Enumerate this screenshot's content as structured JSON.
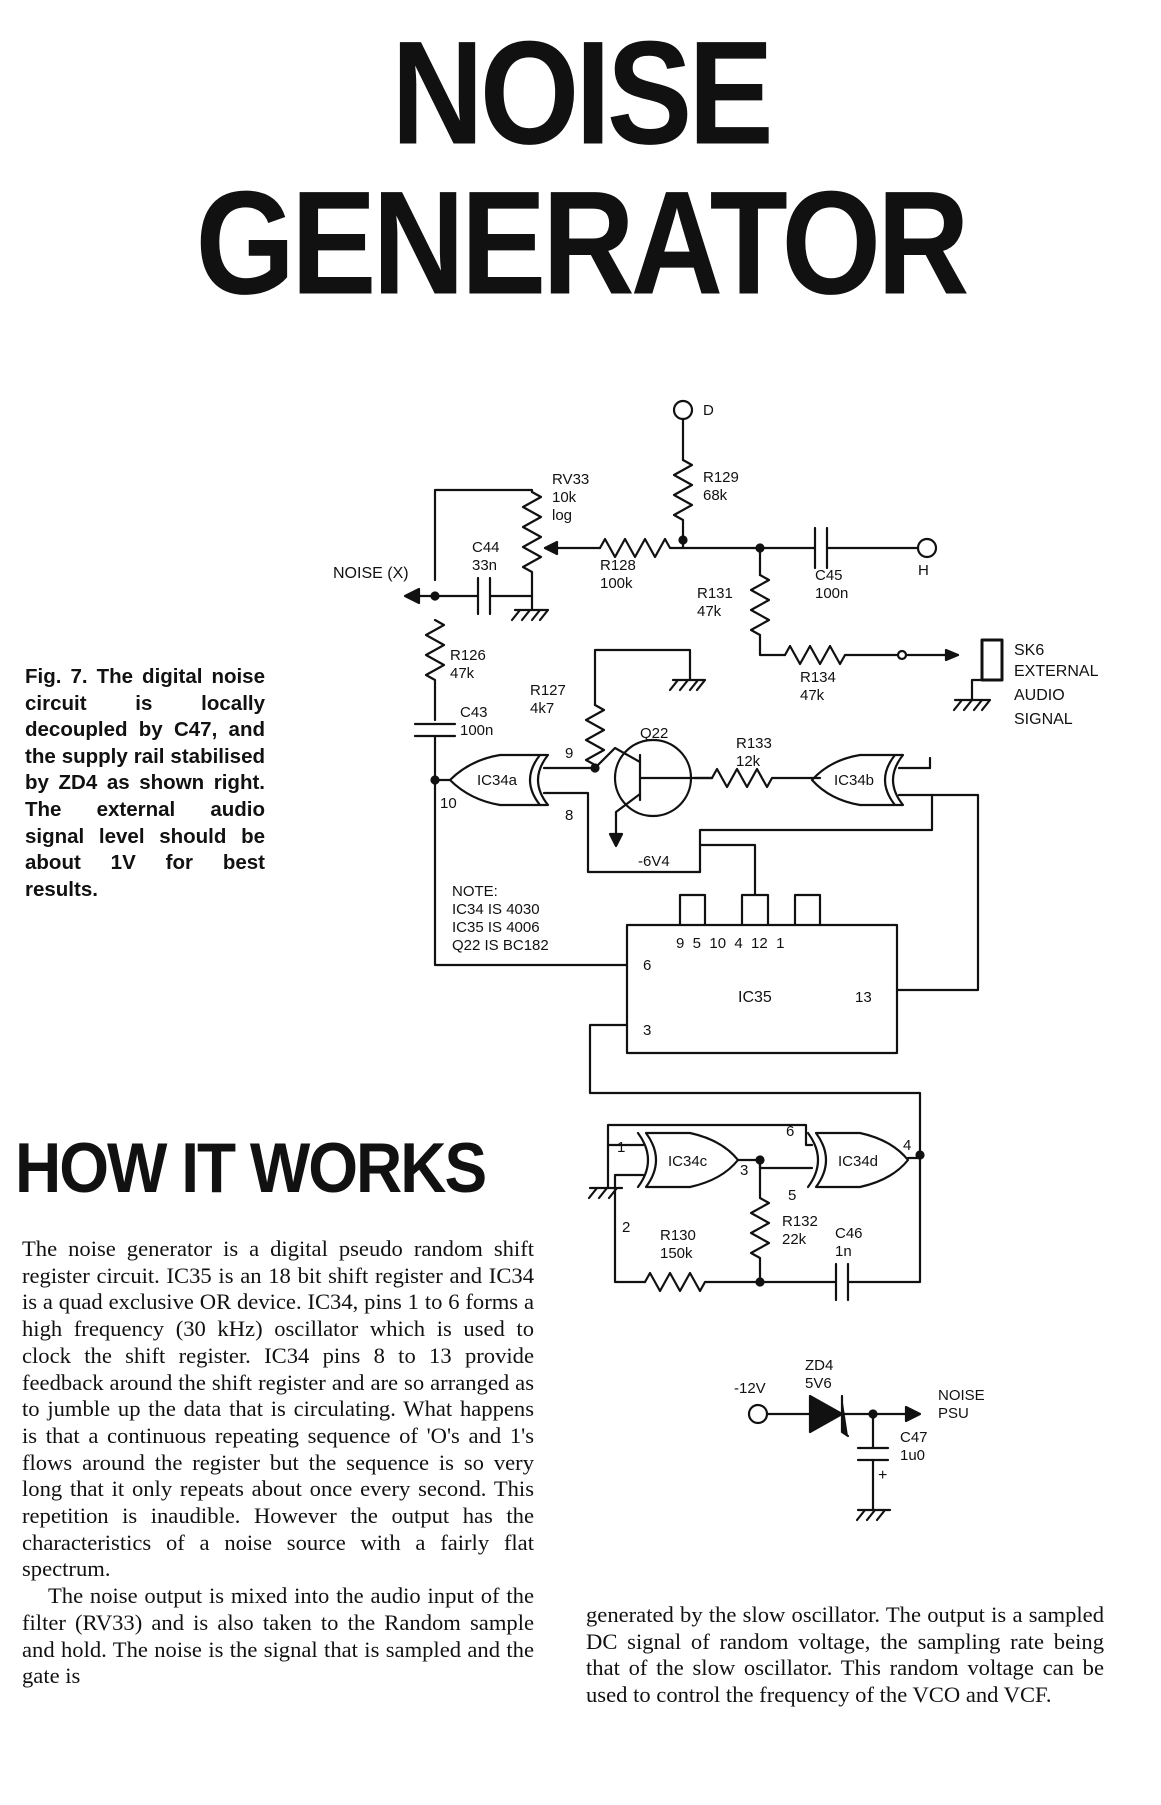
{
  "title": {
    "line1": "NOISE",
    "line2": "GENERATOR"
  },
  "figure_caption": "Fig. 7. The digital noise circuit is locally decoupled by C47, and the supply rail stabilised by ZD4 as shown right. The external audio signal level should be about 1V for best results.",
  "schematic": {
    "labels": {
      "d": "D",
      "h": "H",
      "noise_x": "NOISE (X)",
      "rv33_ref": "RV33",
      "rv33_val": "10k",
      "rv33_taper": "log",
      "r129_ref": "R129",
      "r129_val": "68k",
      "r128_ref": "R128",
      "r128_val": "100k",
      "c44_ref": "C44",
      "c44_val": "33n",
      "c45_ref": "C45",
      "c45_val": "100n",
      "r131_ref": "R131",
      "r131_val": "47k",
      "r134_ref": "R134",
      "r134_val": "47k",
      "sk6": "SK6",
      "ext1": "EXTERNAL",
      "ext2": "AUDIO",
      "ext3": "SIGNAL",
      "r126_ref": "R126",
      "r126_val": "47k",
      "r127_ref": "R127",
      "r127_val": "4k7",
      "c43_ref": "C43",
      "c43_val": "100n",
      "q22": "Q22",
      "r133_ref": "R133",
      "r133_val": "12k",
      "ic34a": "IC34a",
      "ic34b": "IC34b",
      "ic34c": "IC34c",
      "ic34d": "IC34d",
      "ic35": "IC35",
      "minus6v4": "-6V4",
      "note_title": "NOTE:",
      "note1": "IC34 IS 4030",
      "note2": "IC35 IS 4006",
      "note3": "Q22 IS BC182",
      "pin9": "9",
      "pin8": "8",
      "pin10": "10",
      "pin6": "6",
      "pin3": "3",
      "pin13": "13",
      "ic35_top_pins": "9  5  10  4  12  1",
      "pin1": "1",
      "pin2": "2",
      "pin3c": "3",
      "pin4": "4",
      "pin5": "5",
      "pin6d": "6",
      "r130_ref": "R130",
      "r130_val": "150k",
      "r132_ref": "R132",
      "r132_val": "22k",
      "c46_ref": "C46",
      "c46_val": "1n",
      "minus12v": "-12V",
      "zd4_ref": "ZD4",
      "zd4_val": "5V6",
      "noise_psu1": "NOISE",
      "noise_psu2": "PSU",
      "c47_ref": "C47",
      "c47_val": "1u0",
      "plus": "+"
    }
  },
  "section_heading": "HOW IT WORKS",
  "body": {
    "col1_p1": "The noise generator is a digital pseudo random shift register circuit. IC35 is an 18 bit shift register and IC34 is a quad exclusive OR device. IC34, pins 1 to 6 forms a high frequency (30 kHz) oscillator which is used to clock the shift register. IC34 pins 8 to 13 provide feedback around the shift register and are so arranged as to jumble up the data that is circulating. What happens is that a continuous repeating sequence of 'O's and 1's flows around the register but the sequence is so very long that it only repeats about once every second. This repetition is inaudible. However the output has the characteristics of a noise source with a fairly flat spectrum.",
    "col1_p2": "The noise output is mixed into the audio input of the filter (RV33) and is also taken to the Random sample and hold. The noise is the signal that is sampled and the gate is",
    "col2_p1": "generated by the slow oscillator. The output is a sampled DC signal of random voltage, the sampling rate being that of the slow oscillator. This random voltage can be used to control the frequency of the VCO and VCF."
  }
}
